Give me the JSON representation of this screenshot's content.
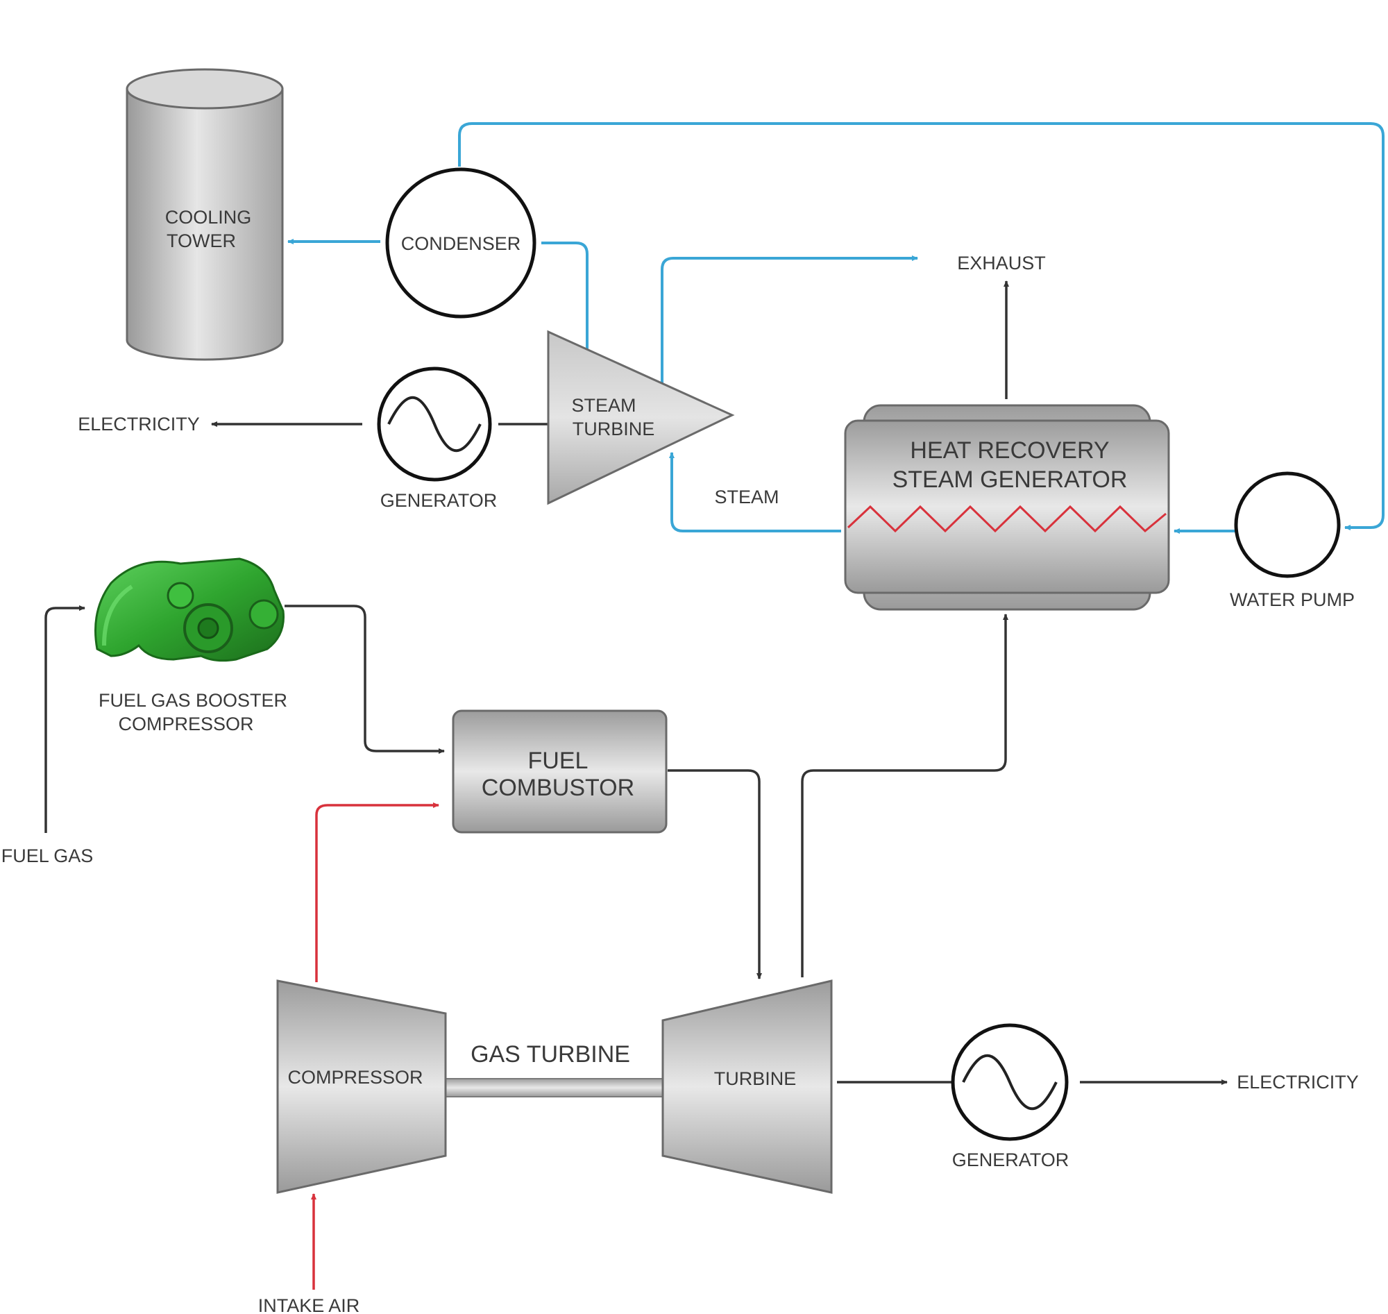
{
  "diagram": {
    "labels": {
      "cooling_tower": [
        "COOLING",
        "TOWER"
      ],
      "condenser": "CONDENSER",
      "exhaust": "EXHAUST",
      "electricity_top": "ELECTRICITY",
      "generator_top": "GENERATOR",
      "steam_turbine": [
        "STEAM",
        "TURBINE"
      ],
      "steam": "STEAM",
      "hrsg": [
        "HEAT RECOVERY",
        "STEAM GENERATOR"
      ],
      "water_pump": "WATER PUMP",
      "fuel_gas_booster": [
        "FUEL GAS BOOSTER",
        "COMPRESSOR"
      ],
      "fuel_combustor": [
        "FUEL",
        "COMBUSTOR"
      ],
      "fuel_gas": "FUEL GAS",
      "compressor": "COMPRESSOR",
      "gas_turbine": "GAS TURBINE",
      "turbine": "TURBINE",
      "generator_bottom": "GENERATOR",
      "electricity_bottom": "ELECTRICITY",
      "intake_air": "INTAKE AIR"
    },
    "colors": {
      "water_line": "#3aa6d6",
      "air_line": "#d8323c",
      "flow_line": "#333333",
      "heat_coil": "#d8323c",
      "booster_green": "#2fa52f"
    }
  }
}
